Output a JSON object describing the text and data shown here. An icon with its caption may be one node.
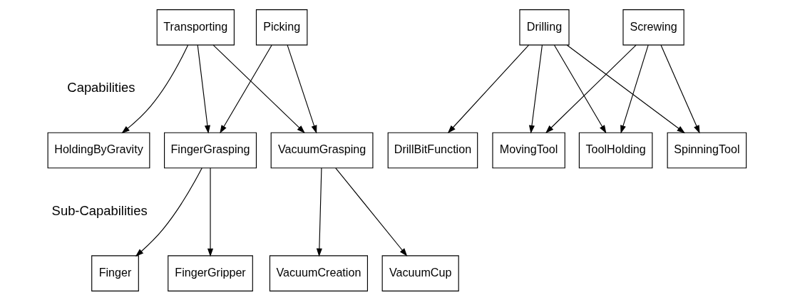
{
  "diagram": {
    "nodes": [
      {
        "text": [
          "Transporting"
        ]
      },
      {
        "text": [
          "Picking"
        ]
      },
      {
        "text": [
          "Drilling"
        ]
      },
      {
        "text": [
          "Screwing"
        ]
      },
      {
        "text": [
          "HoldingByGravity"
        ]
      },
      {
        "text": [
          "FingerGrasping"
        ]
      },
      {
        "text": [
          "VacuumGrasping"
        ]
      },
      {
        "text": [
          "DrillBitFunction"
        ]
      },
      {
        "text": [
          "ToolHolding"
        ]
      },
      {
        "text": [
          "MovingTool"
        ]
      },
      {
        "text": [
          "SpinningTool"
        ]
      },
      {
        "text": [
          "Finger"
        ]
      },
      {
        "text": [
          "FingerGripper"
        ]
      },
      {
        "text": [
          "VacuumCup"
        ]
      },
      {
        "text": [
          "VacuumCreation"
        ]
      }
    ],
    "edges": [
      {
        "from": 0,
        "to": 4,
        "arrow": "to"
      },
      {
        "from": 0,
        "to": 5,
        "arrow": "to"
      },
      {
        "from": 0,
        "to": 6,
        "arrow": "to"
      },
      {
        "from": 1,
        "to": 5,
        "arrow": "to"
      },
      {
        "from": 1,
        "to": 6,
        "arrow": "to"
      },
      {
        "from": 2,
        "to": 7,
        "arrow": "to"
      },
      {
        "from": 2,
        "to": 8,
        "arrow": "to"
      },
      {
        "from": 2,
        "to": 9,
        "arrow": "to"
      },
      {
        "from": 2,
        "to": 10,
        "arrow": "to"
      },
      {
        "from": 3,
        "to": 8,
        "arrow": "to"
      },
      {
        "from": 3,
        "to": 9,
        "arrow": "to"
      },
      {
        "from": 3,
        "to": 10,
        "arrow": "to"
      },
      {
        "from": 5,
        "to": 11,
        "arrow": "to"
      },
      {
        "from": 5,
        "to": 12,
        "arrow": "to"
      },
      {
        "from": 6,
        "to": 13,
        "arrow": "to"
      },
      {
        "from": 6,
        "to": 14,
        "arrow": "to"
      }
    ],
    "labels": [
      "Capabilities",
      "Sub-Capabilities"
    ]
  }
}
